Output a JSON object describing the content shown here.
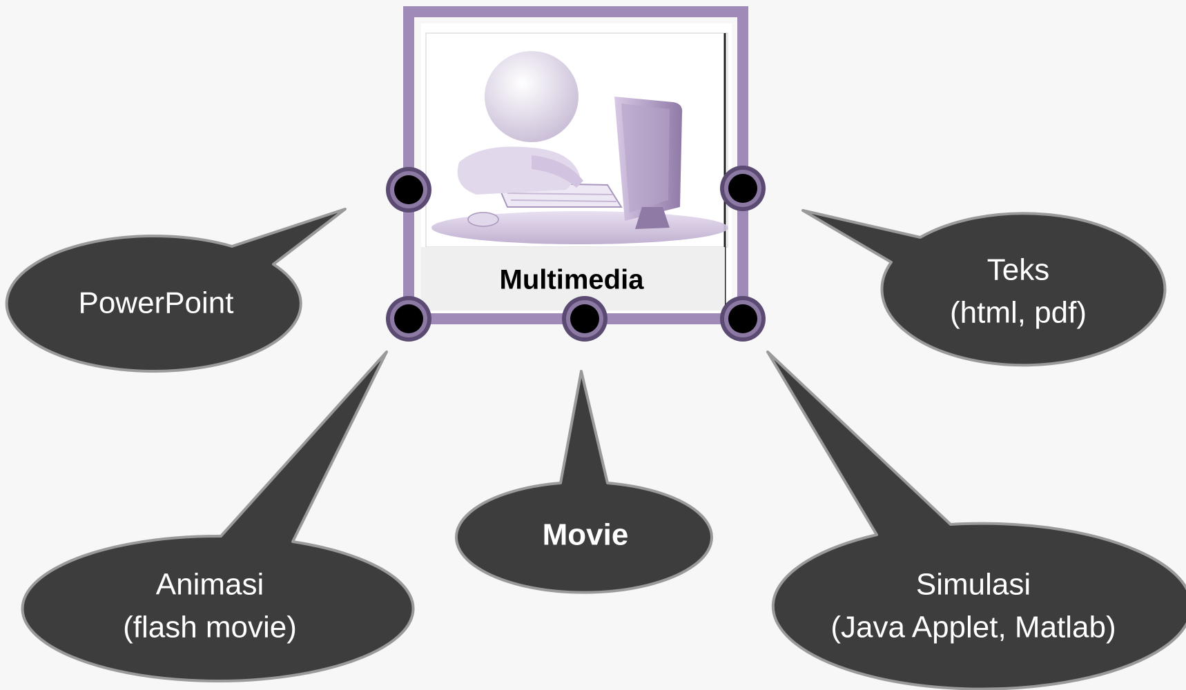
{
  "center": {
    "caption": "Multimedia",
    "image_icon": "person-at-computer-icon"
  },
  "colors": {
    "background": "#f7f7f7",
    "frame_border": "#a08ab8",
    "bubble_fill": "#3d3d3d",
    "bubble_stroke": "#9a9a9a",
    "bubble_text": "#ffffff",
    "handle_ring": "#5b4a72"
  },
  "bubbles": {
    "powerpoint": {
      "line1": "PowerPoint"
    },
    "teks": {
      "line1": "Teks",
      "line2": "(html, pdf)"
    },
    "animasi": {
      "line1": "Animasi",
      "line2": "(flash movie)"
    },
    "movie": {
      "line1": "Movie"
    },
    "simulasi": {
      "line1": "Simulasi",
      "line2": "(Java Applet, Matlab)"
    }
  }
}
